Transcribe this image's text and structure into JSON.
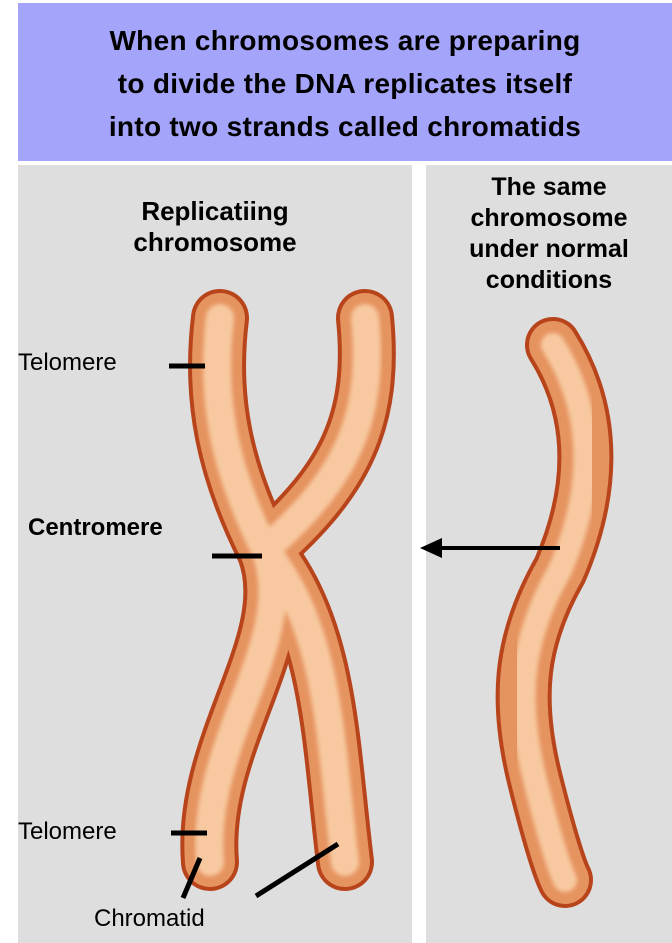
{
  "banner": {
    "line1": "When chromosomes are preparing",
    "line2": "to divide the DNA replicates itself",
    "line3": "into two strands called chromatids",
    "color": "#a4a4fa"
  },
  "left_panel": {
    "title_line1": "Replicatiing",
    "title_line2": "chromosome"
  },
  "right_panel": {
    "title_line1": "The same",
    "title_line2": "chromosome",
    "title_line3": "under normal",
    "title_line4": "conditions"
  },
  "labels": {
    "telomere_top": "Telomere",
    "centromere": "Centromere",
    "telomere_bottom": "Telomere",
    "chromatid": "Chromatid"
  },
  "colors": {
    "panel": "#dedede",
    "chromosome_fill": "#f6b98a",
    "chromosome_outline": "#b8441c"
  }
}
